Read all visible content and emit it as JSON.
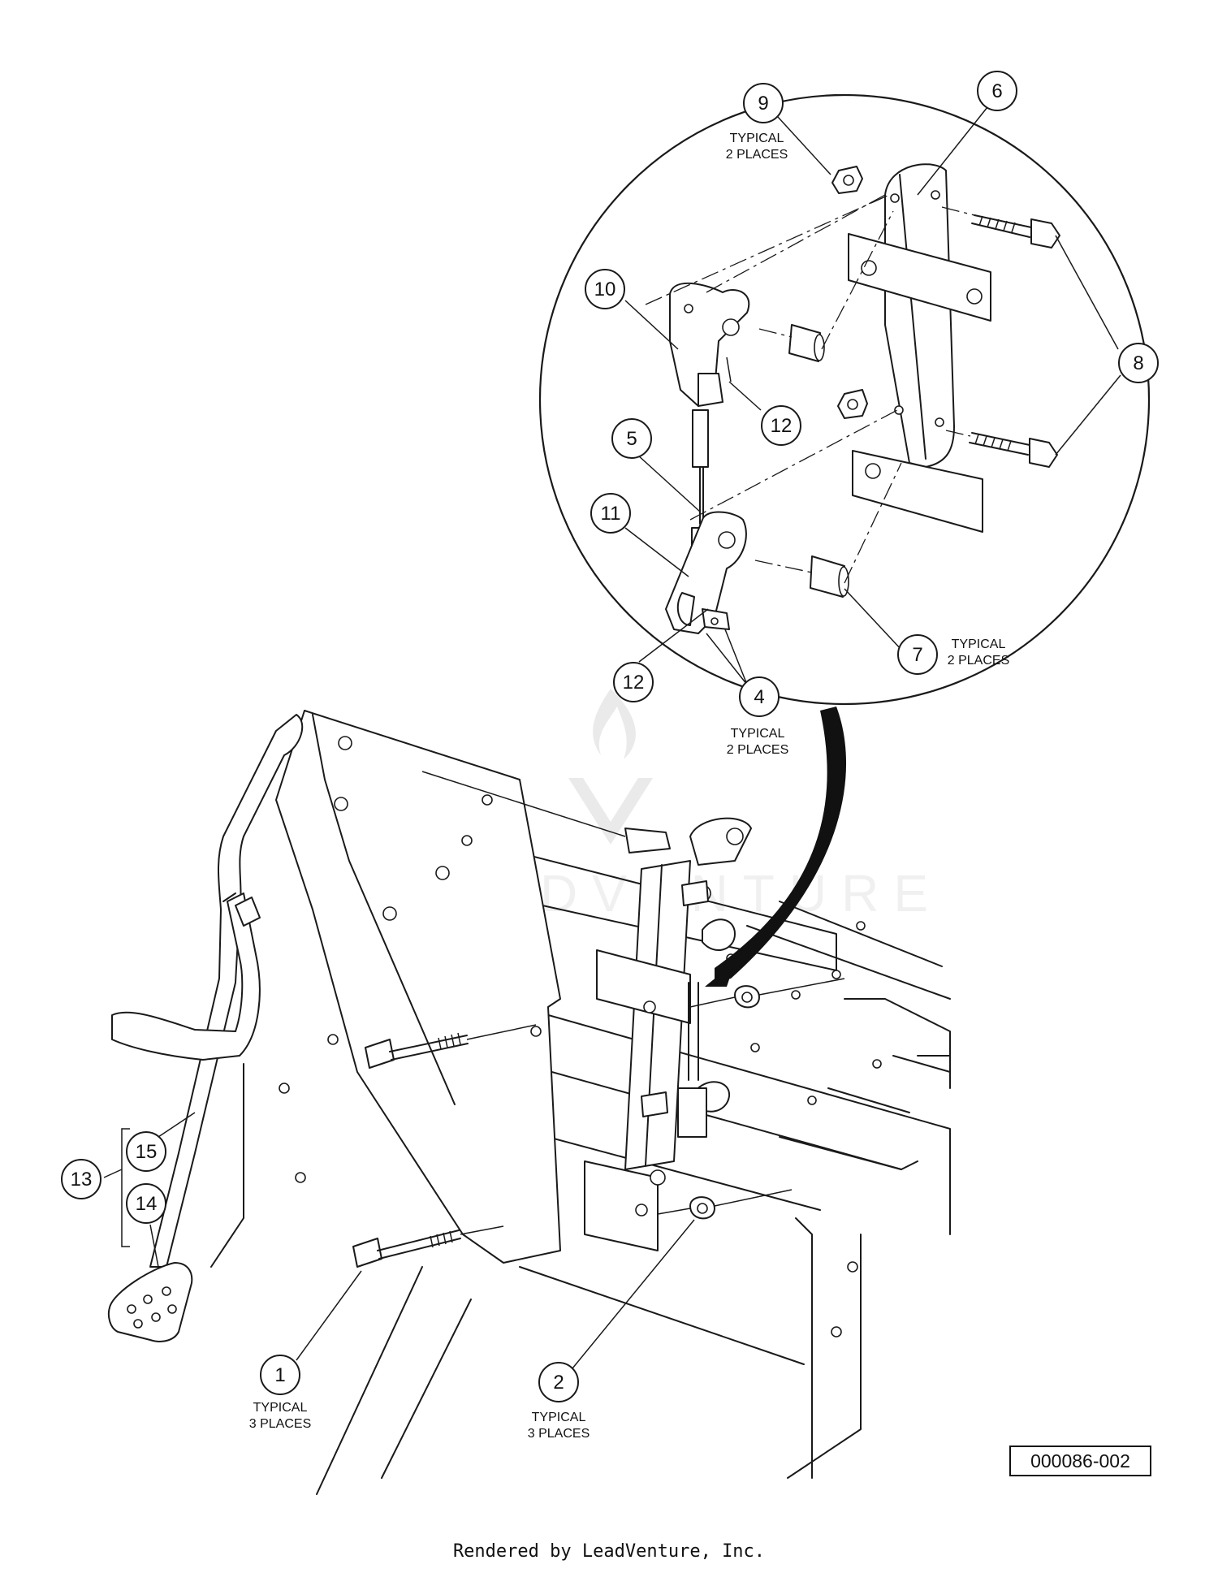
{
  "diagram": {
    "callouts": [
      {
        "id": "c1",
        "num": "1",
        "note": [
          "TYPICAL",
          "3 PLACES"
        ]
      },
      {
        "id": "c2",
        "num": "2",
        "note": [
          "TYPICAL",
          "3 PLACES"
        ]
      },
      {
        "id": "c4",
        "num": "4",
        "note": [
          "TYPICAL",
          "2 PLACES"
        ]
      },
      {
        "id": "c5",
        "num": "5",
        "note": []
      },
      {
        "id": "c6",
        "num": "6",
        "note": []
      },
      {
        "id": "c7",
        "num": "7",
        "note": [
          "TYPICAL",
          "2 PLACES"
        ]
      },
      {
        "id": "c8",
        "num": "8",
        "note": []
      },
      {
        "id": "c9",
        "num": "9",
        "note": [
          "TYPICAL",
          "2 PLACES"
        ]
      },
      {
        "id": "c10",
        "num": "10",
        "note": []
      },
      {
        "id": "c11",
        "num": "11",
        "note": []
      },
      {
        "id": "c12a",
        "num": "12",
        "note": []
      },
      {
        "id": "c12b",
        "num": "12",
        "note": []
      },
      {
        "id": "c13",
        "num": "13",
        "note": []
      },
      {
        "id": "c14",
        "num": "14",
        "note": []
      },
      {
        "id": "c15",
        "num": "15",
        "note": []
      }
    ],
    "watermark": "LEADVENTURE",
    "diagram_id": "000086-002",
    "credit": "Rendered by LeadVenture, Inc."
  }
}
